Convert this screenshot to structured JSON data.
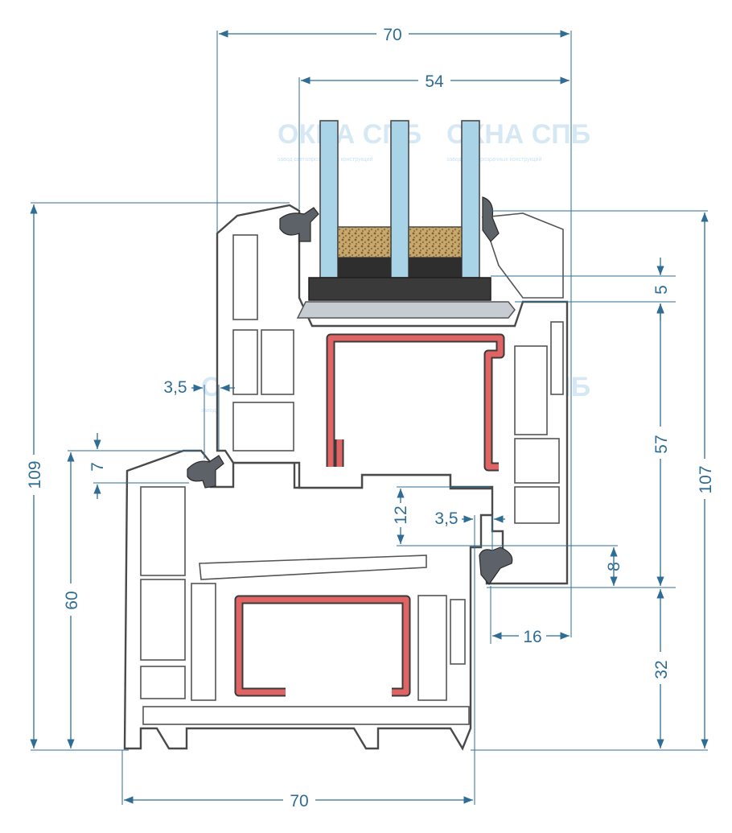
{
  "watermark": {
    "brand": "ОКНА СПБ",
    "tagline": "завод светопрозрачных конструкций"
  },
  "dimensions": {
    "top_frame_width": "70",
    "glass_depth": "54",
    "total_height": "109",
    "sash_height": "107",
    "rebate_top": "5",
    "sash_mid": "57",
    "frame_height_left": "60",
    "frame_lower_right": "32",
    "overlap": "7",
    "gap_left": "3,5",
    "gap_right": "3,5",
    "rebate_depth": "12",
    "seal_gap": "8",
    "overhang": "16",
    "bottom_frame_width": "70"
  },
  "colors": {
    "dimension": "#2f6d95",
    "glass": "#a9d3e6",
    "steel": "#e06464",
    "seal": "#5d6168",
    "spacer_fill": "#c7a76b"
  }
}
